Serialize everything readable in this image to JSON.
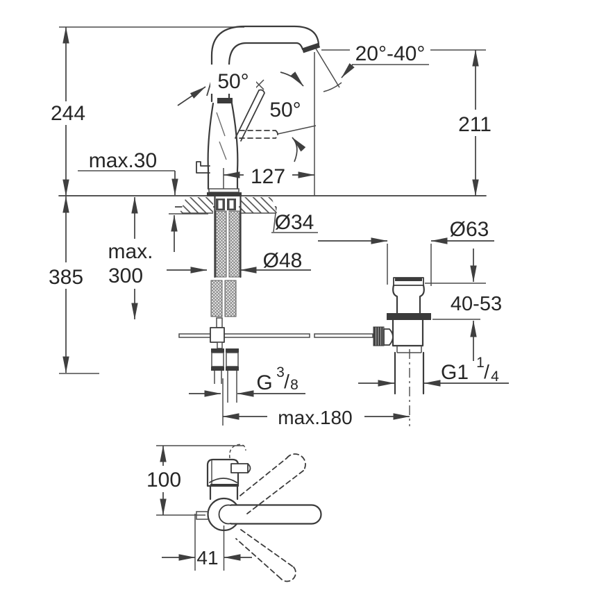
{
  "drawing": {
    "front_view": {
      "overall_height": "244",
      "deck_thickness_max": "max.30",
      "spout_swivel_angle": "50°",
      "handle_open_angle": "50°",
      "spout_tilt_range": "20°-40°",
      "spout_outlet_height": "211",
      "spout_reach": "127",
      "mounting_hole_diameter": "Ø34",
      "total_height_below_deck": "385",
      "hose_length_max_line1": "max.",
      "hose_length_max_line2": "300",
      "base_diameter": "Ø48",
      "supply_thread": {
        "base": "G",
        "sup": "3",
        "slash": "/",
        "sub": "8"
      }
    },
    "drain_view": {
      "flange_diameter": "Ø63",
      "plug_height_range": "40-53",
      "waste_thread": {
        "base": "G1",
        "sup": "1",
        "slash": "/",
        "sub": "4"
      },
      "rod_length_max": "max.180"
    },
    "top_view": {
      "body_depth": "100",
      "spout_axis_offset": "41"
    }
  },
  "colors": {
    "line": "#3b3b3b",
    "text": "#262626",
    "background": "#ffffff"
  }
}
